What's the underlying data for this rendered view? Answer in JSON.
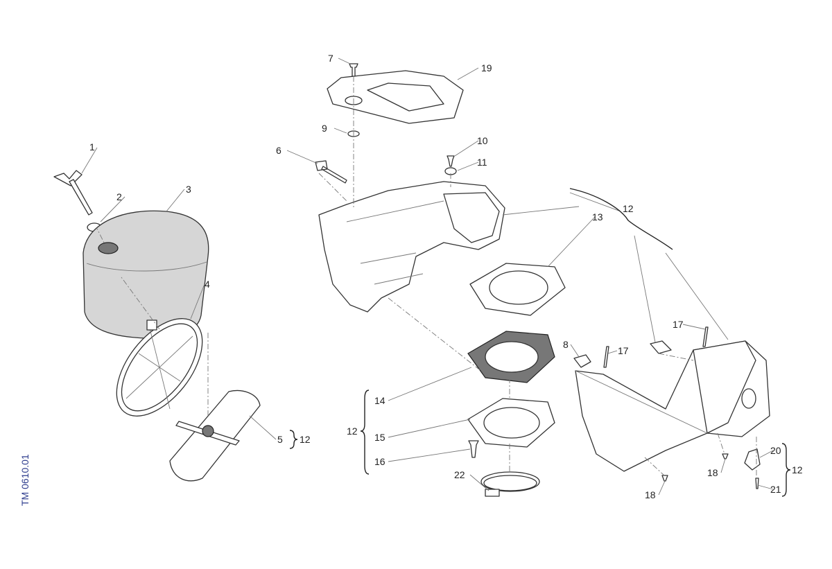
{
  "drawing_code": "TM 0610.01",
  "callouts": {
    "c1": "1",
    "c2": "2",
    "c3": "3",
    "c4": "4",
    "c5": "5",
    "c6": "6",
    "c7": "7",
    "c8": "8",
    "c9": "9",
    "c10": "10",
    "c11": "11",
    "c12_top": "12",
    "c12_left": "12",
    "c12_mid": "12",
    "c12_right": "12",
    "c13": "13",
    "c14": "14",
    "c15": "15",
    "c16": "16",
    "c17a": "17",
    "c17b": "17",
    "c18a": "18",
    "c18b": "18",
    "c19": "19",
    "c20": "20",
    "c21": "21",
    "c22": "22"
  },
  "colors": {
    "code": "#2b3a8c",
    "filter_gray": "#d6d6d6"
  }
}
